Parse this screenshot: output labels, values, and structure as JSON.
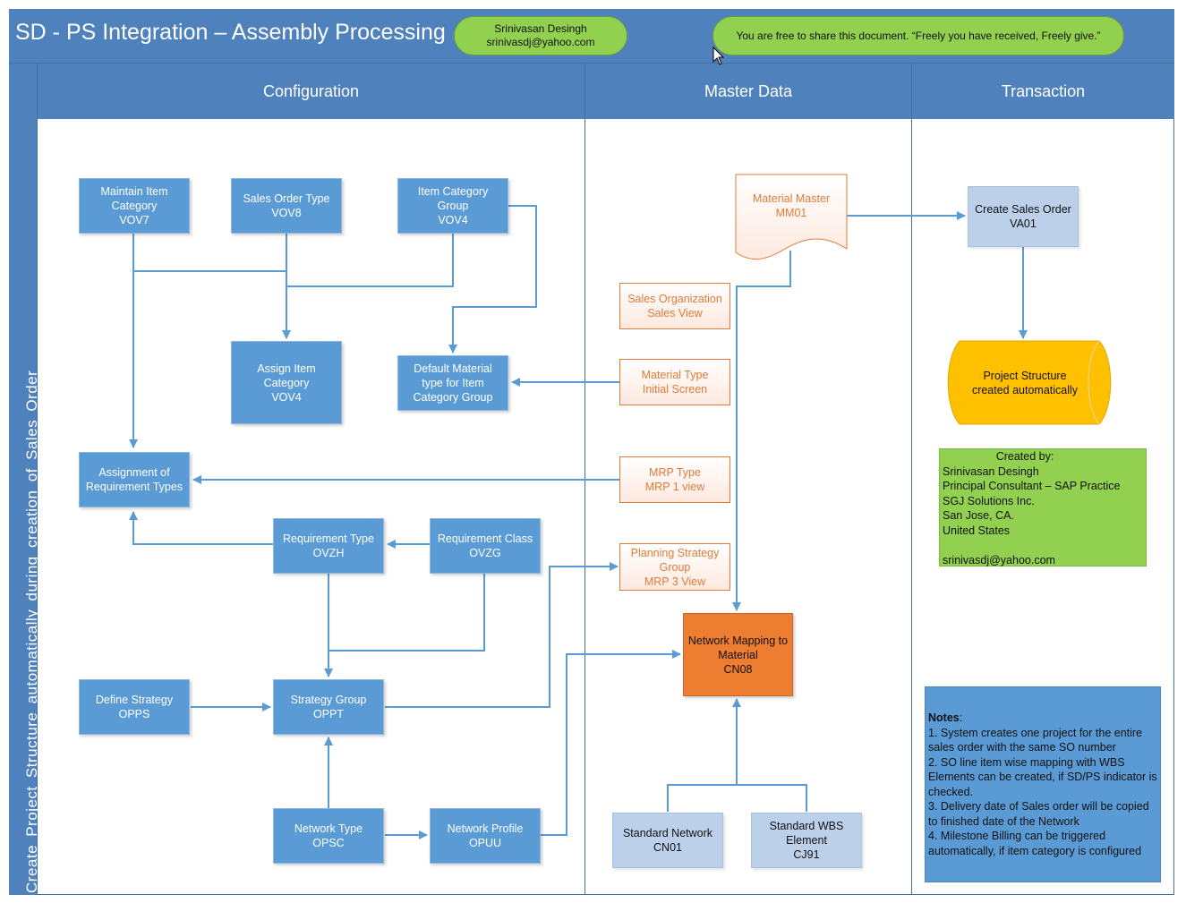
{
  "header": {
    "title": "SD - PS Integration – Assembly Processing",
    "author_pill": {
      "name": "Srinivasan Desingh",
      "email": "srinivasdj@yahoo.com"
    },
    "share_pill": "You are free to share this document. “Freely you have received, Freely give.”"
  },
  "swimlane_label": "Create  Project  Structure  automatically  during  creation  of  Sales Order",
  "columns": [
    "Configuration",
    "Master Data",
    "Transaction"
  ],
  "config_boxes": {
    "maintain_item_category": [
      "Maintain Item",
      "Category",
      "VOV7"
    ],
    "sales_order_type": [
      "Sales Order Type",
      "VOV8"
    ],
    "item_category_group": [
      "Item Category",
      "Group",
      "VOV4"
    ],
    "assign_item_category": [
      "Assign Item",
      "Category",
      "VOV4"
    ],
    "default_material_type": [
      "Default Material",
      "type for Item",
      "Category Group"
    ],
    "assignment_requirement_types": [
      "Assignment of",
      "Requirement Types"
    ],
    "requirement_type": [
      "Requirement Type",
      "OVZH"
    ],
    "requirement_class": [
      "Requirement Class",
      "OVZG"
    ],
    "define_strategy": [
      "Define Strategy",
      "OPPS"
    ],
    "strategy_group": [
      "Strategy Group",
      "OPPT"
    ],
    "network_type": [
      "Network Type",
      "OPSC"
    ],
    "network_profile": [
      "Network Profile",
      "OPUU"
    ]
  },
  "master_boxes": {
    "material_master": [
      "Material Master",
      "MM01"
    ],
    "sales_org_view": [
      "Sales Organization",
      "Sales View"
    ],
    "material_type_view": [
      "Material Type",
      "Initial Screen"
    ],
    "mrp_type_view": [
      "MRP Type",
      "MRP 1 view"
    ],
    "planning_strategy_view": [
      "Planning Strategy",
      "Group",
      "MRP 3 View"
    ],
    "network_mapping": [
      "Network Mapping to",
      "Material",
      "CN08"
    ],
    "standard_network": [
      "Standard Network",
      "CN01"
    ],
    "standard_wbs": [
      "Standard WBS",
      "Element",
      "CJ91"
    ]
  },
  "transaction_boxes": {
    "create_sales_order": [
      "Create Sales Order",
      "VA01"
    ],
    "project_structure": [
      "Project Structure",
      "created automatically"
    ]
  },
  "created_by": {
    "heading": "Created by:",
    "lines": [
      "Srinivasan Desingh",
      "Principal Consultant – SAP Practice",
      "SGJ Solutions Inc.",
      "San Jose, CA.",
      "United States",
      "",
      "srinivasdj@yahoo.com"
    ]
  },
  "notes": {
    "heading": "Notes",
    "items": [
      "1. System creates one project for the entire sales order with the same SO number",
      "2. SO line item wise mapping with WBS Elements can be created, if SD/PS indicator is checked.",
      "3. Delivery date of Sales order will be copied to finished date of the Network",
      "4. Milestone Billing can be triggered automatically, if item category is configured"
    ]
  },
  "colors": {
    "header_blue": "#4f81bd",
    "box_blue": "#5b9bd5",
    "pill_green": "#92d050",
    "orange": "#ed7d31",
    "cylinder_yellow": "#ffc000",
    "light_blue": "#bdd0ea"
  }
}
